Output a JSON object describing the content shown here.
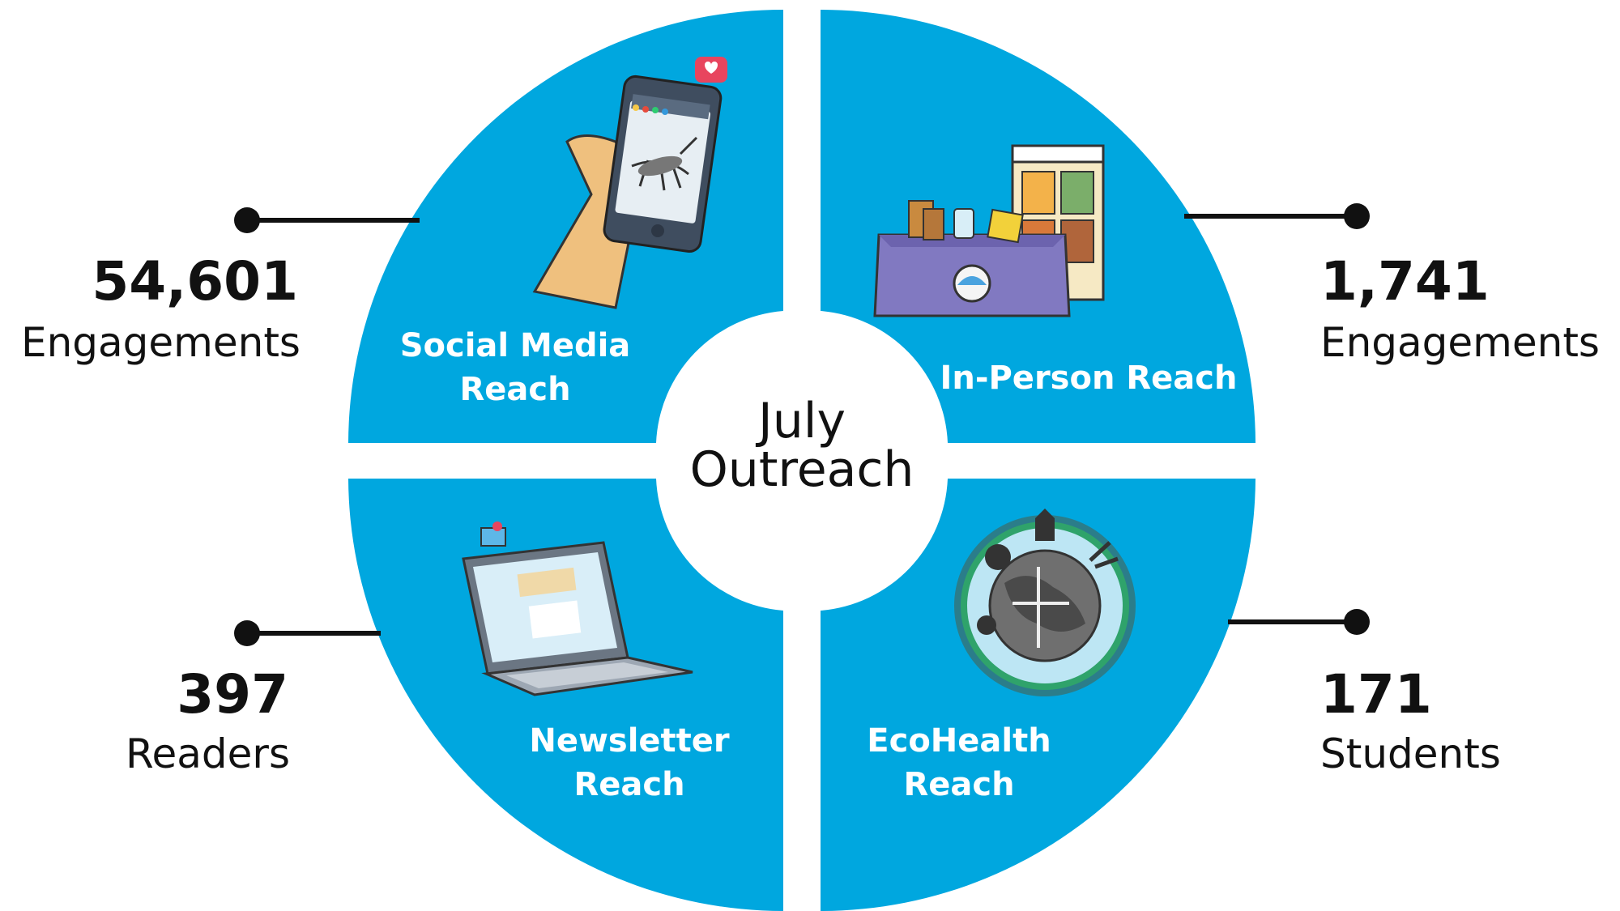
{
  "center": {
    "line1": "July",
    "line2": "Outreach"
  },
  "colors": {
    "quadrant": "#00A7DF",
    "connector": "#111111",
    "background": "#FFFFFF"
  },
  "quadrants": {
    "social": {
      "label_line1": "Social Media",
      "label_line2": "Reach",
      "stat_value": "54,601",
      "stat_unit": "Engagements",
      "icon": "phone-hand-icon"
    },
    "in_person": {
      "label_line1": "In-Person Reach",
      "stat_value": "1,741",
      "stat_unit": "Engagements",
      "icon": "booth-icon"
    },
    "newsletter": {
      "label_line1": "Newsletter",
      "label_line2": "Reach",
      "stat_value": "397",
      "stat_unit": "Readers",
      "icon": "laptop-icon"
    },
    "ecohealth": {
      "label_line1": "EcoHealth",
      "label_line2": "Reach",
      "stat_value": "171",
      "stat_unit": "Students",
      "icon": "ecohealth-globe-icon"
    }
  }
}
